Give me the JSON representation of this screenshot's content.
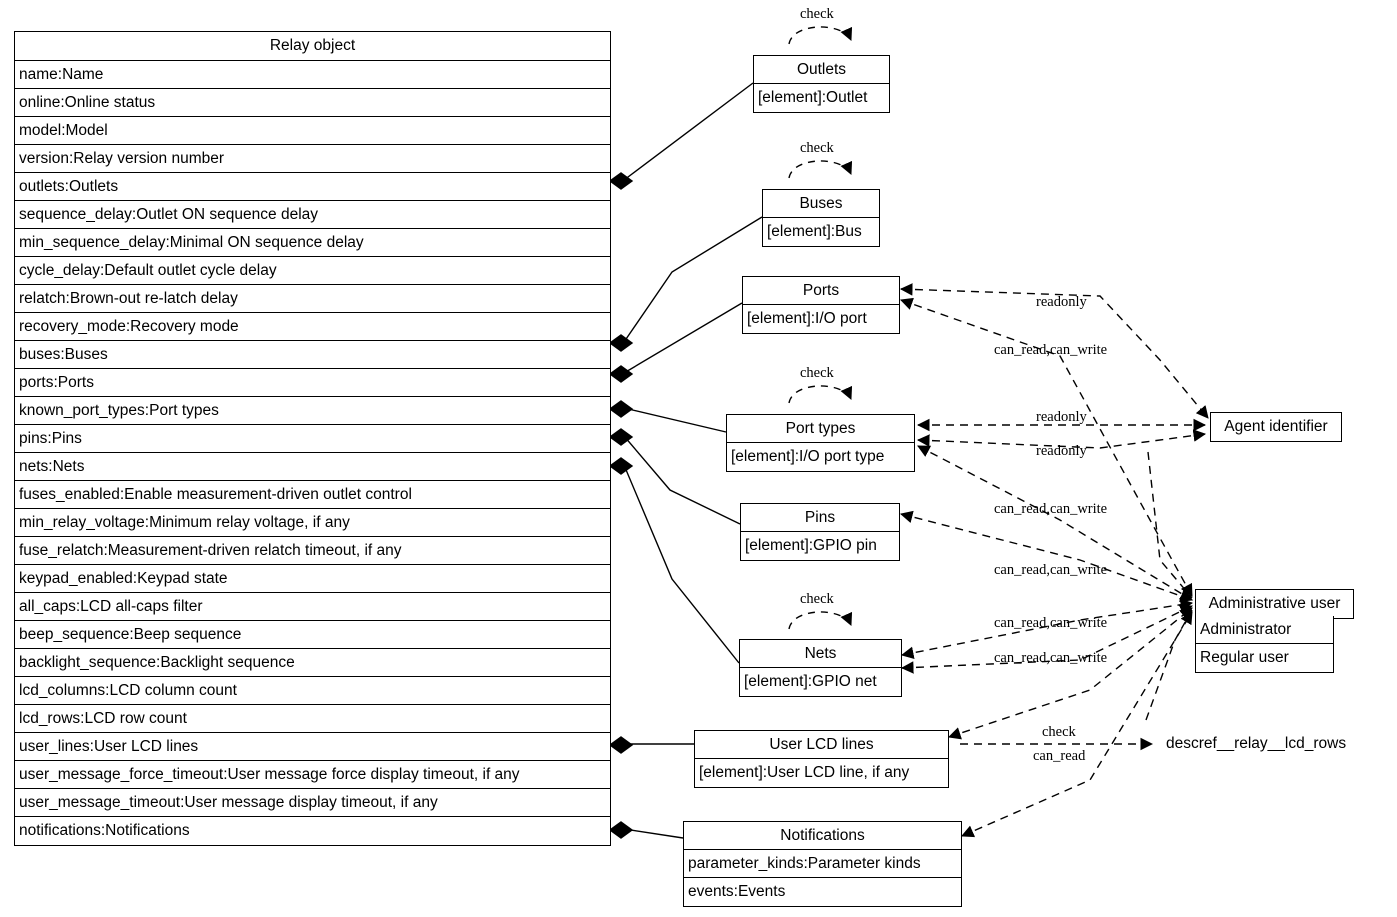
{
  "diagram": {
    "title": "Relay object",
    "main_class": {
      "name": "Relay object",
      "attributes": [
        "name:Name",
        "online:Online status",
        "model:Model",
        "version:Relay version number",
        "outlets:Outlets",
        "sequence_delay:Outlet ON sequence delay",
        "min_sequence_delay:Minimal ON sequence delay",
        "cycle_delay:Default outlet cycle delay",
        "relatch:Brown-out re-latch delay",
        "recovery_mode:Recovery mode",
        "buses:Buses",
        "ports:Ports",
        "known_port_types:Port types",
        "pins:Pins",
        "nets:Nets",
        "fuses_enabled:Enable measurement-driven outlet control",
        "min_relay_voltage:Minimum relay voltage, if any",
        "fuse_relatch:Measurement-driven relatch timeout, if any",
        "keypad_enabled:Keypad state",
        "all_caps:LCD all-caps filter",
        "beep_sequence:Beep sequence",
        "backlight_sequence:Backlight sequence",
        "lcd_columns:LCD column count",
        "lcd_rows:LCD row count",
        "user_lines:User LCD lines",
        "user_message_force_timeout:User message force display timeout, if any",
        "user_message_timeout:User message display timeout, if any",
        "notifications:Notifications"
      ]
    },
    "collections": [
      {
        "id": "outlets",
        "name": "Outlets",
        "rows": [
          "[element]:Outlet"
        ]
      },
      {
        "id": "buses",
        "name": "Buses",
        "rows": [
          "[element]:Bus"
        ]
      },
      {
        "id": "ports",
        "name": "Ports",
        "rows": [
          "[element]:I/O port"
        ]
      },
      {
        "id": "porttypes",
        "name": "Port types",
        "rows": [
          "[element]:I/O port type"
        ]
      },
      {
        "id": "pins",
        "name": "Pins",
        "rows": [
          "[element]:GPIO pin"
        ]
      },
      {
        "id": "nets",
        "name": "Nets",
        "rows": [
          "[element]:GPIO net"
        ]
      },
      {
        "id": "userlines",
        "name": "User LCD lines",
        "rows": [
          "[element]:User LCD line, if any"
        ]
      },
      {
        "id": "notif",
        "name": "Notifications",
        "rows": [
          "parameter_kinds:Parameter kinds",
          "events:Events"
        ]
      }
    ],
    "actors": {
      "agent": {
        "name": "Agent identifier"
      },
      "admin": {
        "name": "Administrative user",
        "rows": [
          "Administrator",
          "Regular user"
        ]
      },
      "descref": {
        "label": "descref__relay__lcd_rows"
      }
    },
    "edge_labels": {
      "check_outlets": "check",
      "check_buses": "check",
      "check_porttypes": "check",
      "check_nets": "check",
      "ports_readonly": "readonly",
      "ports_canrw": "can_read,can_write",
      "porttypes_readonly_agent": "readonly",
      "porttypes_readonly_2": "readonly",
      "porttypes_canrw": "can_read,can_write",
      "pins_canrw": "can_read,can_write",
      "nets_canrw_1": "can_read,can_write",
      "nets_canrw_2": "can_read,can_write",
      "userlines_check": "check",
      "userlines_canread": "can_read"
    },
    "colors": {
      "stroke": "#000000",
      "fill": "#ffffff",
      "text": "#000000"
    }
  }
}
